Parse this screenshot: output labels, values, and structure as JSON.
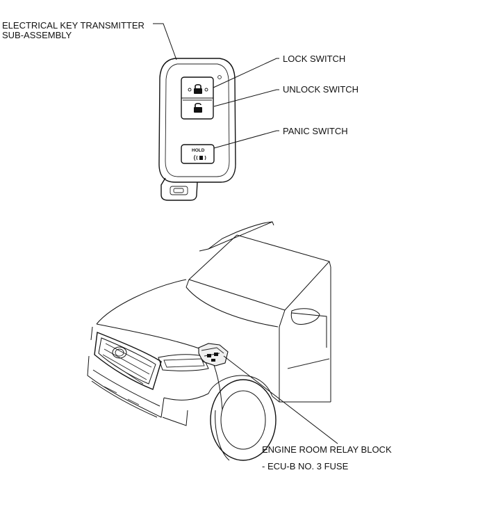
{
  "labels": {
    "transmitter_line1": "ELECTRICAL KEY TRANSMITTER",
    "transmitter_line2": "SUB-ASSEMBLY",
    "lock_switch": "LOCK SWITCH",
    "unlock_switch": "UNLOCK SWITCH",
    "panic_switch": "PANIC SWITCH",
    "relay_block": "ENGINE ROOM RELAY BLOCK",
    "fuse": "- ECU-B NO. 3 FUSE"
  },
  "key_fob": {
    "hold_text": "HOLD",
    "icons": [
      "lock-icon",
      "unlock-icon",
      "panic-sound-icon"
    ]
  },
  "vehicle": {
    "icons": [
      "truck-front-illustration",
      "relay-block-icon"
    ]
  }
}
